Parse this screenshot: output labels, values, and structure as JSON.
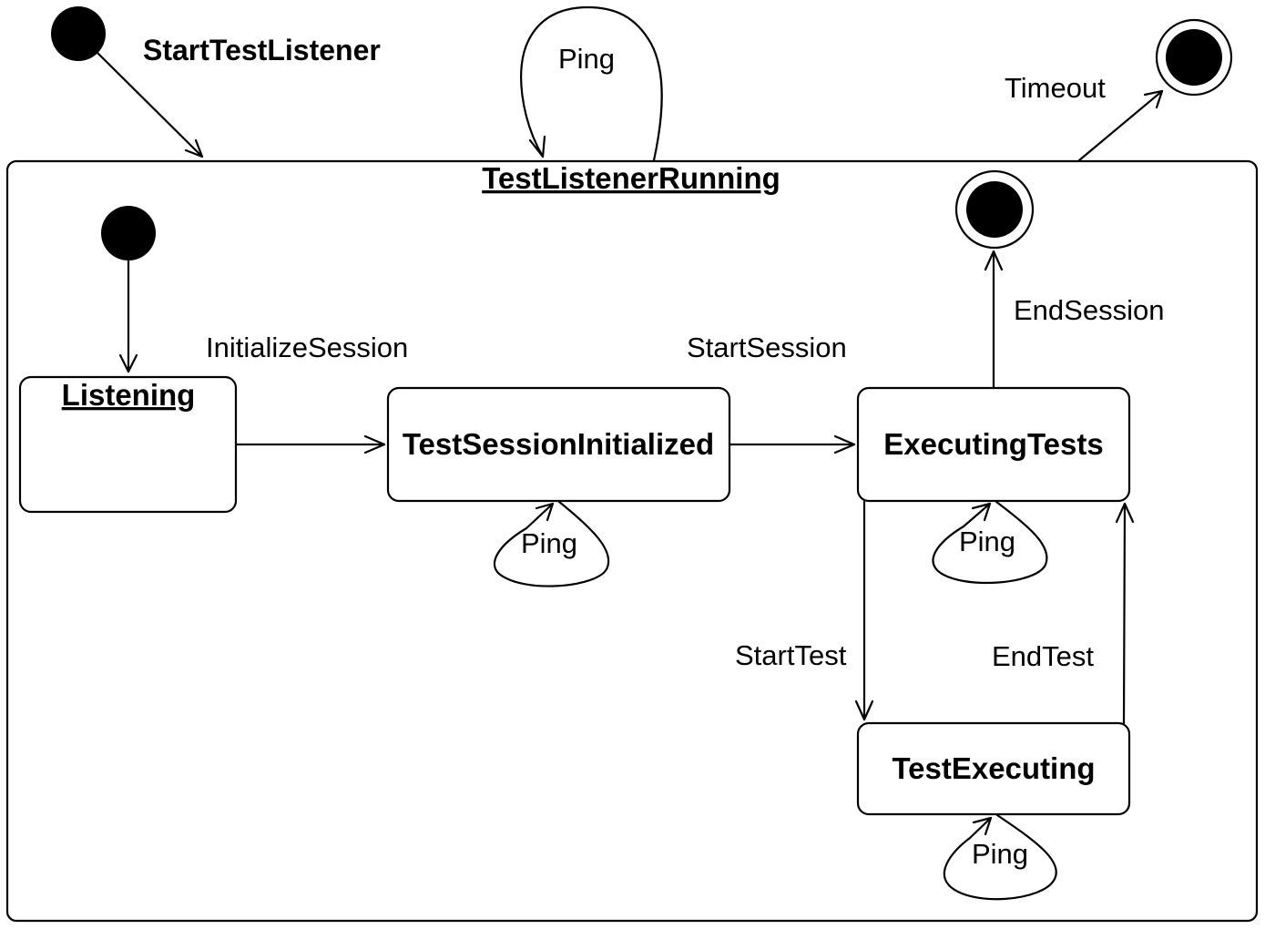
{
  "diagram": {
    "initial_transition_label": "StartTestListener",
    "composite_state": {
      "name": "TestListenerRunning"
    },
    "states": {
      "listening": "Listening",
      "session_initialized": "TestSessionInitialized",
      "executing_tests": "ExecutingTests",
      "test_executing": "TestExecuting"
    },
    "transitions": {
      "ping_composite": "Ping",
      "timeout": "Timeout",
      "initialize_session": "InitializeSession",
      "start_session": "StartSession",
      "end_session": "EndSession",
      "start_test": "StartTest",
      "end_test": "EndTest",
      "ping_session_initialized": "Ping",
      "ping_executing_tests": "Ping",
      "ping_test_executing": "Ping"
    }
  }
}
